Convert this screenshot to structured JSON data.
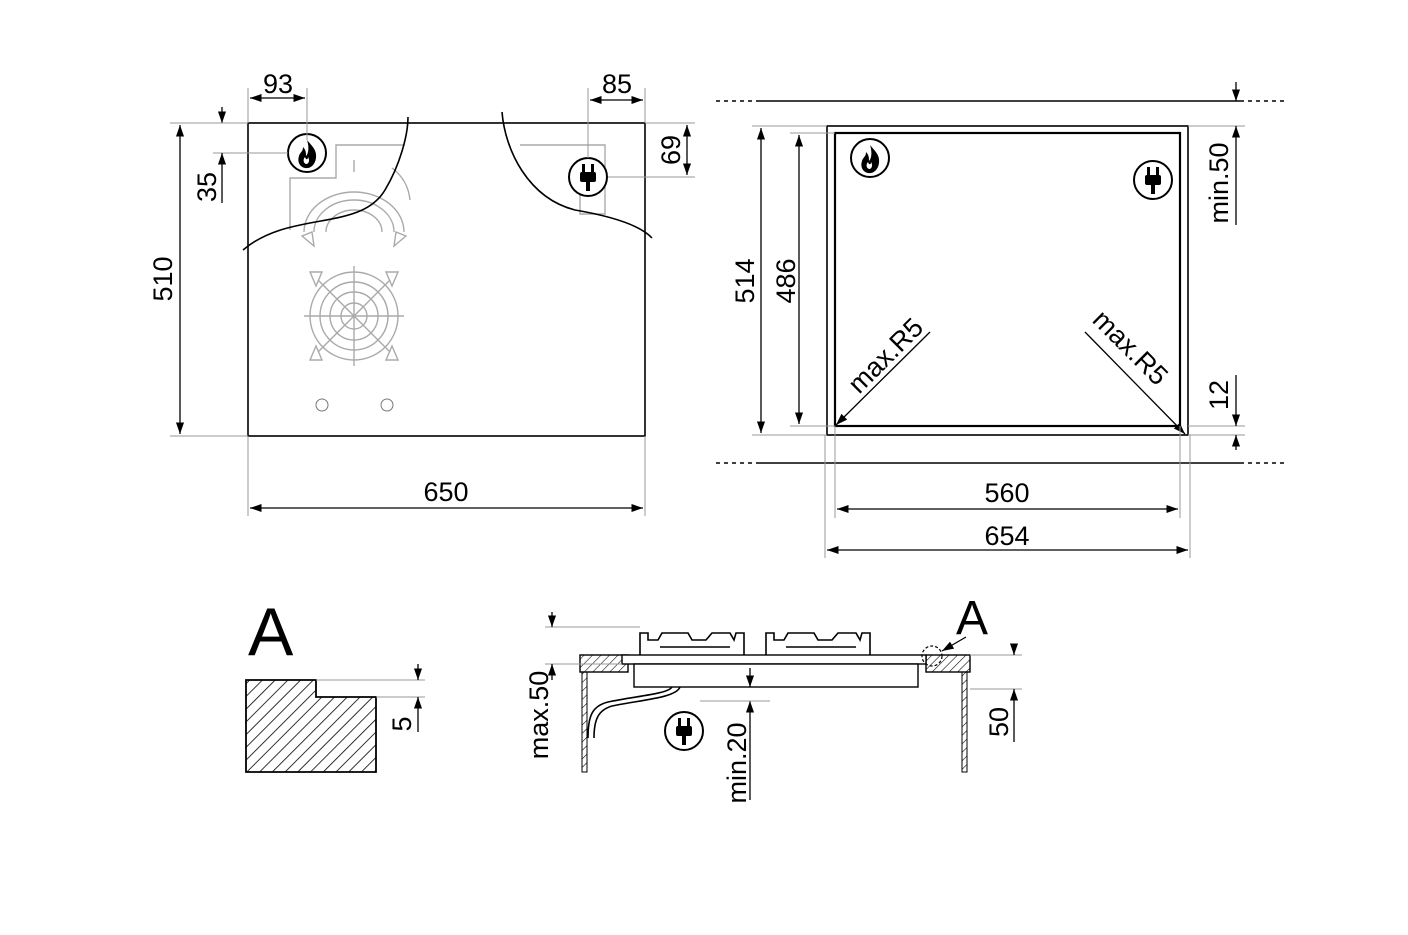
{
  "top_view": {
    "width": "650",
    "height": "510",
    "gas_offset_x": "93",
    "gas_offset_y": "35",
    "elec_offset_x": "85",
    "elec_offset_y": "69"
  },
  "cutout_view": {
    "outer_height": "514",
    "inner_height": "486",
    "clearance_top": "min.50",
    "clearance_bottom": "12",
    "radius_left": "max.R5",
    "radius_right": "max.R5",
    "inner_width": "560",
    "outer_width": "654"
  },
  "detail_a": {
    "label": "A",
    "step": "5"
  },
  "side_view": {
    "max_height": "max.50",
    "min_below": "min.20",
    "worktop": "50",
    "detail_ref": "A"
  },
  "icons": {
    "gas": "flame-icon",
    "electric": "plug-icon"
  }
}
